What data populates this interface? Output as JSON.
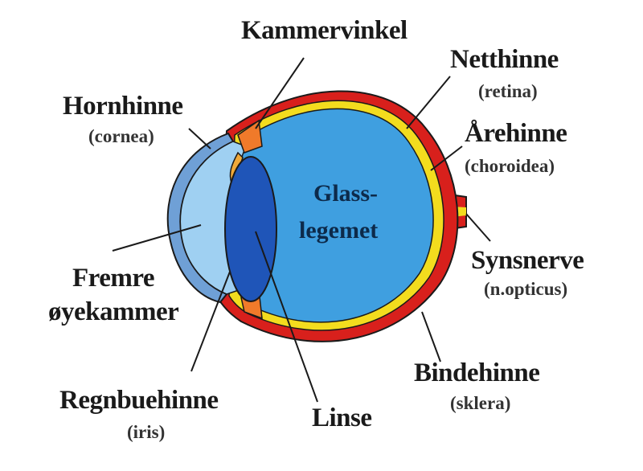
{
  "labels": {
    "kammervinkel": "Kammervinkel",
    "netthinne": "Netthinne",
    "netthinne_latin": "(retina)",
    "hornhinne": "Hornhinne",
    "hornhinne_latin": "(cornea)",
    "arehinne": "Årehinne",
    "arehinne_latin": "(choroidea)",
    "glass_line1": "Glass-",
    "glass_line2": "legemet",
    "synsnerve": "Synsnerve",
    "synsnerve_latin": "(n.opticus)",
    "fremre_line1": "Fremre",
    "fremre_line2": "øyekammer",
    "bindehinne": "Bindehinne",
    "bindehinne_latin": "(sklera)",
    "regnbuehinne": "Regnbuehinne",
    "regnbuehinne_latin": "(iris)",
    "linse": "Linse"
  },
  "colors": {
    "sclera": "#d8201c",
    "choroid": "#f3dc1e",
    "vitreous": "#3f9fe0",
    "lens": "#1f55b8",
    "anterior_chamber": "#9fd0f2",
    "cornea": "#6fa0d6",
    "iris": "#f0a93a",
    "ciliary": "#f07a2a",
    "outline": "#1a1a1a"
  }
}
